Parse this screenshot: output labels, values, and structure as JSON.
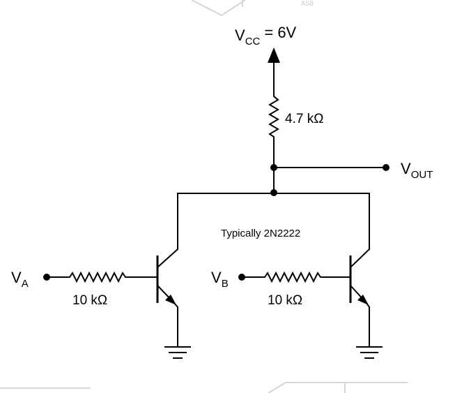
{
  "supply": {
    "label_main": "V",
    "label_sub": "CC",
    "label_value": "= 6V"
  },
  "pullup_resistor": {
    "value": "4.7 kΩ"
  },
  "output": {
    "label_main": "V",
    "label_sub": "OUT"
  },
  "transistor_note": "Typically 2N2222",
  "input_a": {
    "label_main": "V",
    "label_sub": "A",
    "resistor_value": "10 kΩ"
  },
  "input_b": {
    "label_main": "V",
    "label_sub": "B",
    "resistor_value": "10 kΩ"
  },
  "watermark": "ASB"
}
